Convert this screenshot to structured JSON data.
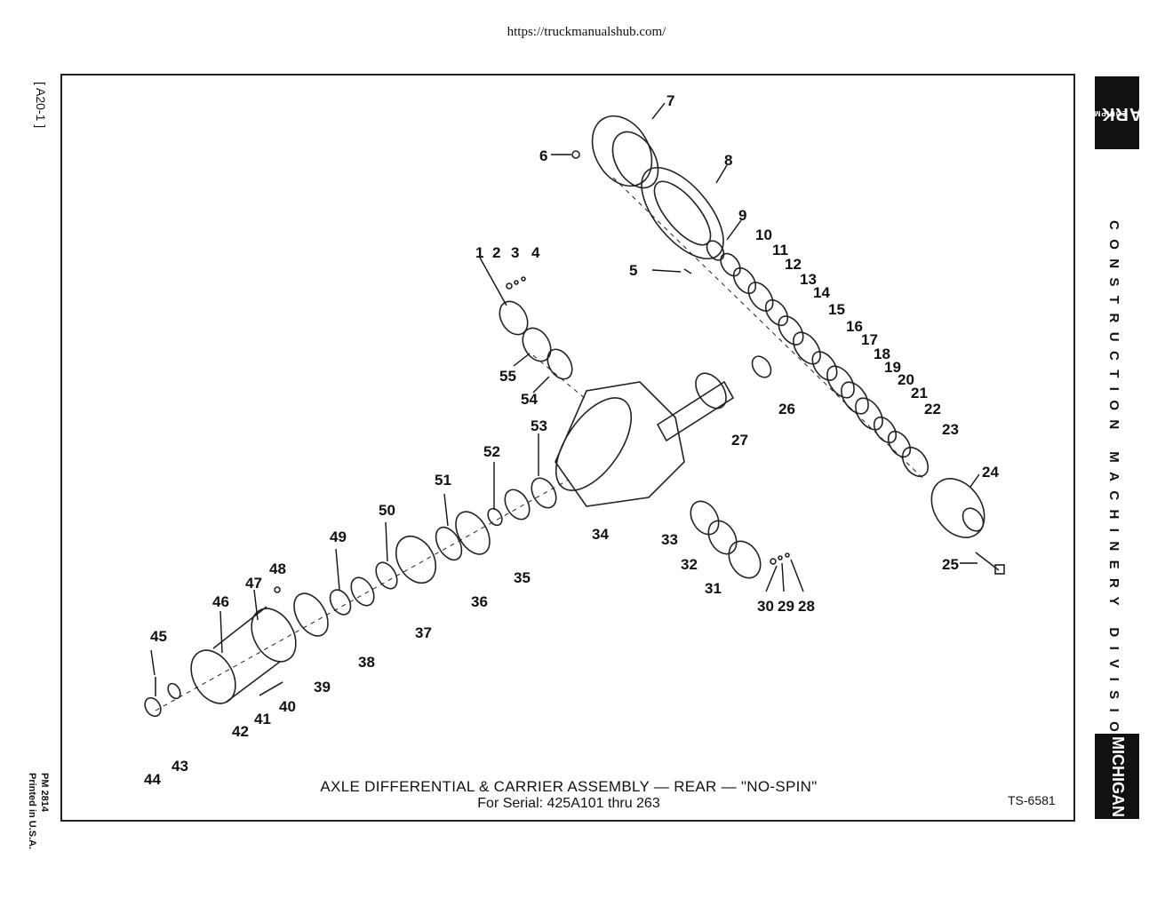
{
  "header": {
    "url": "https://truckmanualshub.com/"
  },
  "sheet": {
    "ref": "[ A20-1 ]",
    "pm": "PM 2814",
    "printed": "Printed in U.S.A.",
    "ts": "TS-6581"
  },
  "brand": {
    "clark": "ClARK",
    "clark_sub": "EQUIPMENT",
    "division": "CONSTRUCTION MACHINERY DIVISION",
    "michigan": "MICHIGAN"
  },
  "caption": {
    "title": "AXLE DIFFERENTIAL & CARRIER ASSEMBLY — REAR — \"NO-SPIN\"",
    "serial": "For Serial: 425A101 thru 263"
  },
  "callouts": [
    "1",
    "2",
    "3",
    "4",
    "5",
    "6",
    "7",
    "8",
    "9",
    "10",
    "11",
    "12",
    "13",
    "14",
    "15",
    "16",
    "17",
    "18",
    "19",
    "20",
    "21",
    "22",
    "23",
    "24",
    "25",
    "26",
    "27",
    "28",
    "29",
    "30",
    "31",
    "32",
    "33",
    "34",
    "35",
    "36",
    "37",
    "38",
    "39",
    "40",
    "41",
    "42",
    "43",
    "44",
    "45",
    "46",
    "47",
    "48",
    "49",
    "50",
    "51",
    "52",
    "53",
    "54",
    "55"
  ]
}
